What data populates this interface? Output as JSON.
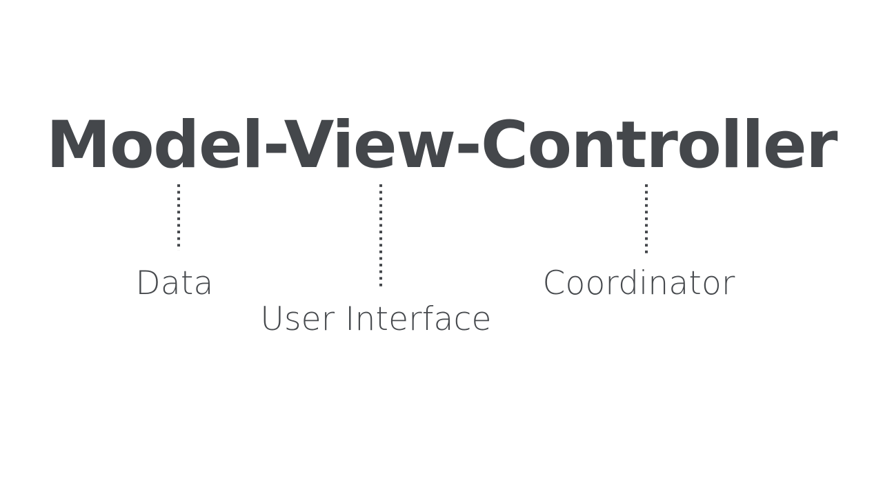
{
  "slide": {
    "background_color": "#ffffff",
    "title": {
      "text": "Model-View-Controller",
      "color": "#44474b"
    },
    "annotations": [
      {
        "term": "Model",
        "label": "Data",
        "connector": "dotted-vertical-line",
        "connector_color": "#44474b"
      },
      {
        "term": "View",
        "label": "User Interface",
        "connector": "dotted-vertical-line",
        "connector_color": "#44474b"
      },
      {
        "term": "Controller",
        "label": "Coordinator",
        "connector": "dotted-vertical-line",
        "connector_color": "#44474b"
      }
    ]
  }
}
